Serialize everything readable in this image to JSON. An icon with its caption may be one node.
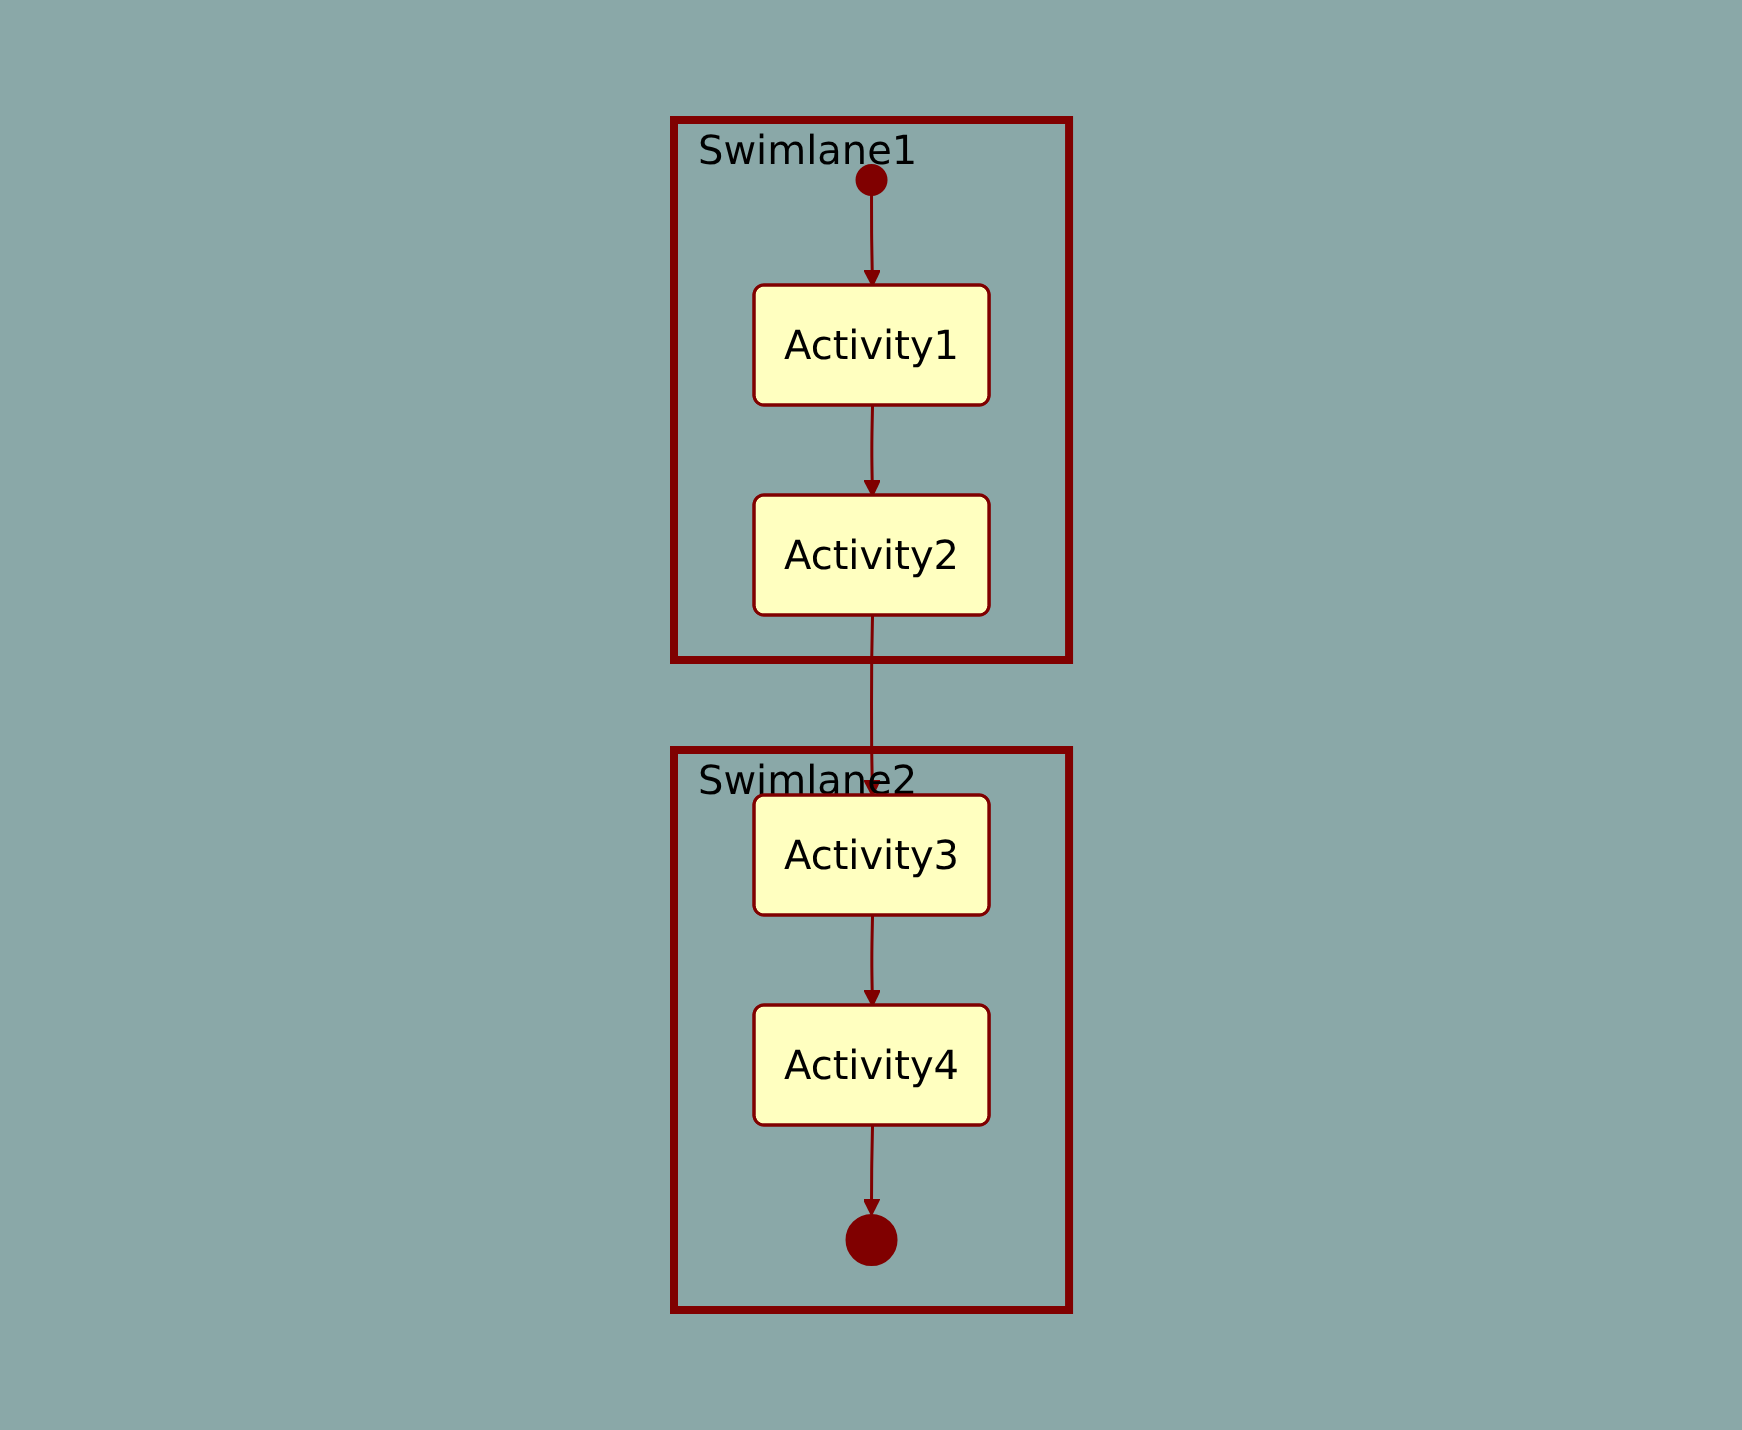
{
  "diagram": {
    "nodes": [
      {
        "text": [
          "Swimlane1"
        ]
      },
      {
        "text": [],
        "shape": "circle",
        "in": 0
      },
      {
        "text": [
          "Activity1"
        ],
        "in": 0
      },
      {
        "text": [
          "Activity2"
        ],
        "in": 0
      },
      {
        "text": [
          "Swimlane2"
        ]
      },
      {
        "text": [
          "Activity3"
        ],
        "in": 4
      },
      {
        "text": [
          "Activity4"
        ],
        "in": 4
      },
      {
        "text": [],
        "shape": "circle",
        "in": 4
      }
    ],
    "edges": [
      {
        "from": 1,
        "to": 2,
        "arrow": "to"
      },
      {
        "from": 2,
        "to": 3,
        "arrow": "to"
      },
      {
        "from": 3,
        "to": 5,
        "arrow": "to"
      },
      {
        "from": 5,
        "to": 6,
        "arrow": "to"
      },
      {
        "from": 6,
        "to": 7,
        "arrow": "to"
      }
    ]
  }
}
